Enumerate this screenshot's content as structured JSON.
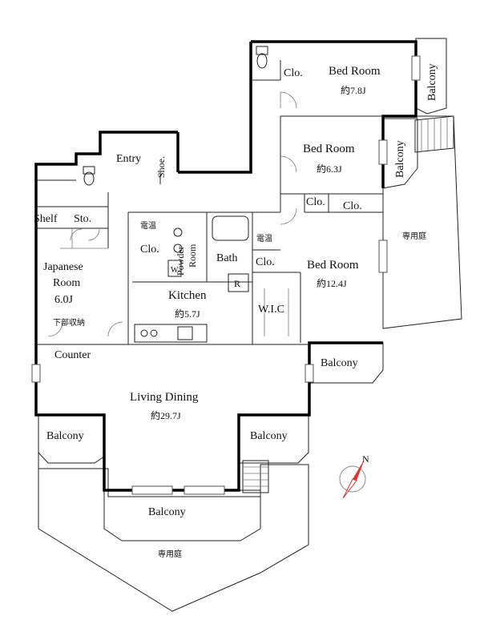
{
  "rooms": {
    "bedroom1": {
      "name": "Bed Room",
      "size": "約7.8J"
    },
    "bedroom2": {
      "name": "Bed Room",
      "size": "約6.3J"
    },
    "bedroom3": {
      "name": "Bed Room",
      "size": "約12.4J"
    },
    "japanese": {
      "name1": "Japanese",
      "name2": "Room",
      "size": "6.0J"
    },
    "kitchen": {
      "name": "Kitchen",
      "size": "約5.7J"
    },
    "living": {
      "name": "Living Dining",
      "size": "約29.7J"
    },
    "entry": "Entry",
    "shoe": "Shoe.",
    "shelf": "Shelf",
    "storage": "Sto.",
    "counter": "Counter",
    "under_storage": "下部収納",
    "powder1": "Powder",
    "powder2": "Room",
    "bath": "Bath",
    "wic": "W.I.C",
    "fridge": "R",
    "washer": "W",
    "water_heater": "電温"
  },
  "closets": {
    "clo": "Clo."
  },
  "balconies": {
    "label": "Balcony"
  },
  "gardens": {
    "label": "専用庭"
  },
  "compass": {
    "north": "N"
  }
}
